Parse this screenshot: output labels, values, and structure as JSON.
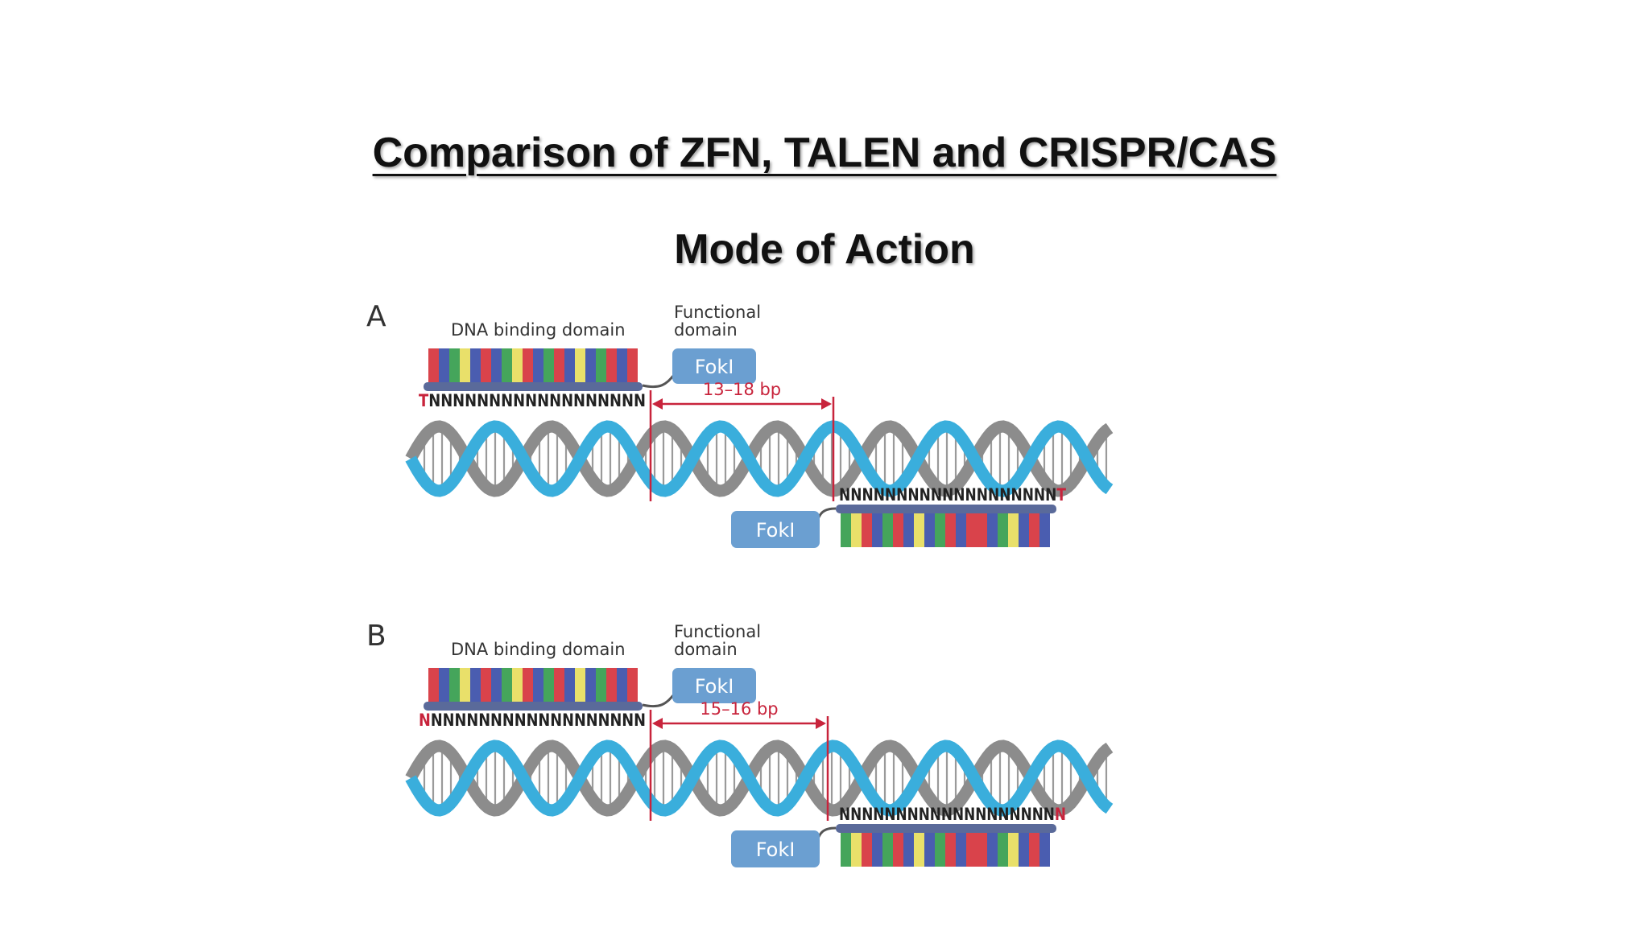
{
  "slide": {
    "title": "Comparison of ZFN, TALEN and CRISPR/CAS",
    "subtitle": "Mode of Action"
  },
  "colors": {
    "helix_blue": "#3aaedc",
    "helix_gray": "#8c8c8c",
    "accent_red": "#c8243c",
    "foki_box": "#6b9fd1",
    "bar": "#5a6a9a",
    "seg_red": "#d9434b",
    "seg_blue": "#4a5db0",
    "seg_green": "#45a55b",
    "seg_yellow": "#e9e06a"
  },
  "panels": [
    {
      "label": "A",
      "binding_label": "DNA binding domain",
      "functional_label_1": "Functional",
      "functional_label_2": "domain",
      "foki_top": "FokI",
      "foki_bottom": "FokI",
      "spacer_label": "13–18 bp",
      "seq_top_lead": "T",
      "seq_top_rest": "NNNNNNNNNNNNNNNNNN",
      "seq_bottom_rest": "NNNNNNNNNNNNNNNNNNN",
      "seq_bottom_tail": "T"
    },
    {
      "label": "B",
      "binding_label": "DNA binding domain",
      "functional_label_1": "Functional",
      "functional_label_2": "domain",
      "foki_top": "FokI",
      "foki_bottom": "FokI",
      "spacer_label": "15–16 bp",
      "seq_top_lead": "N",
      "seq_top_rest": "NNNNNNNNNNNNNNNNNN",
      "seq_bottom_rest": "NNNNNNNNNNNNNNNNNNN",
      "seq_bottom_tail": "N"
    }
  ]
}
